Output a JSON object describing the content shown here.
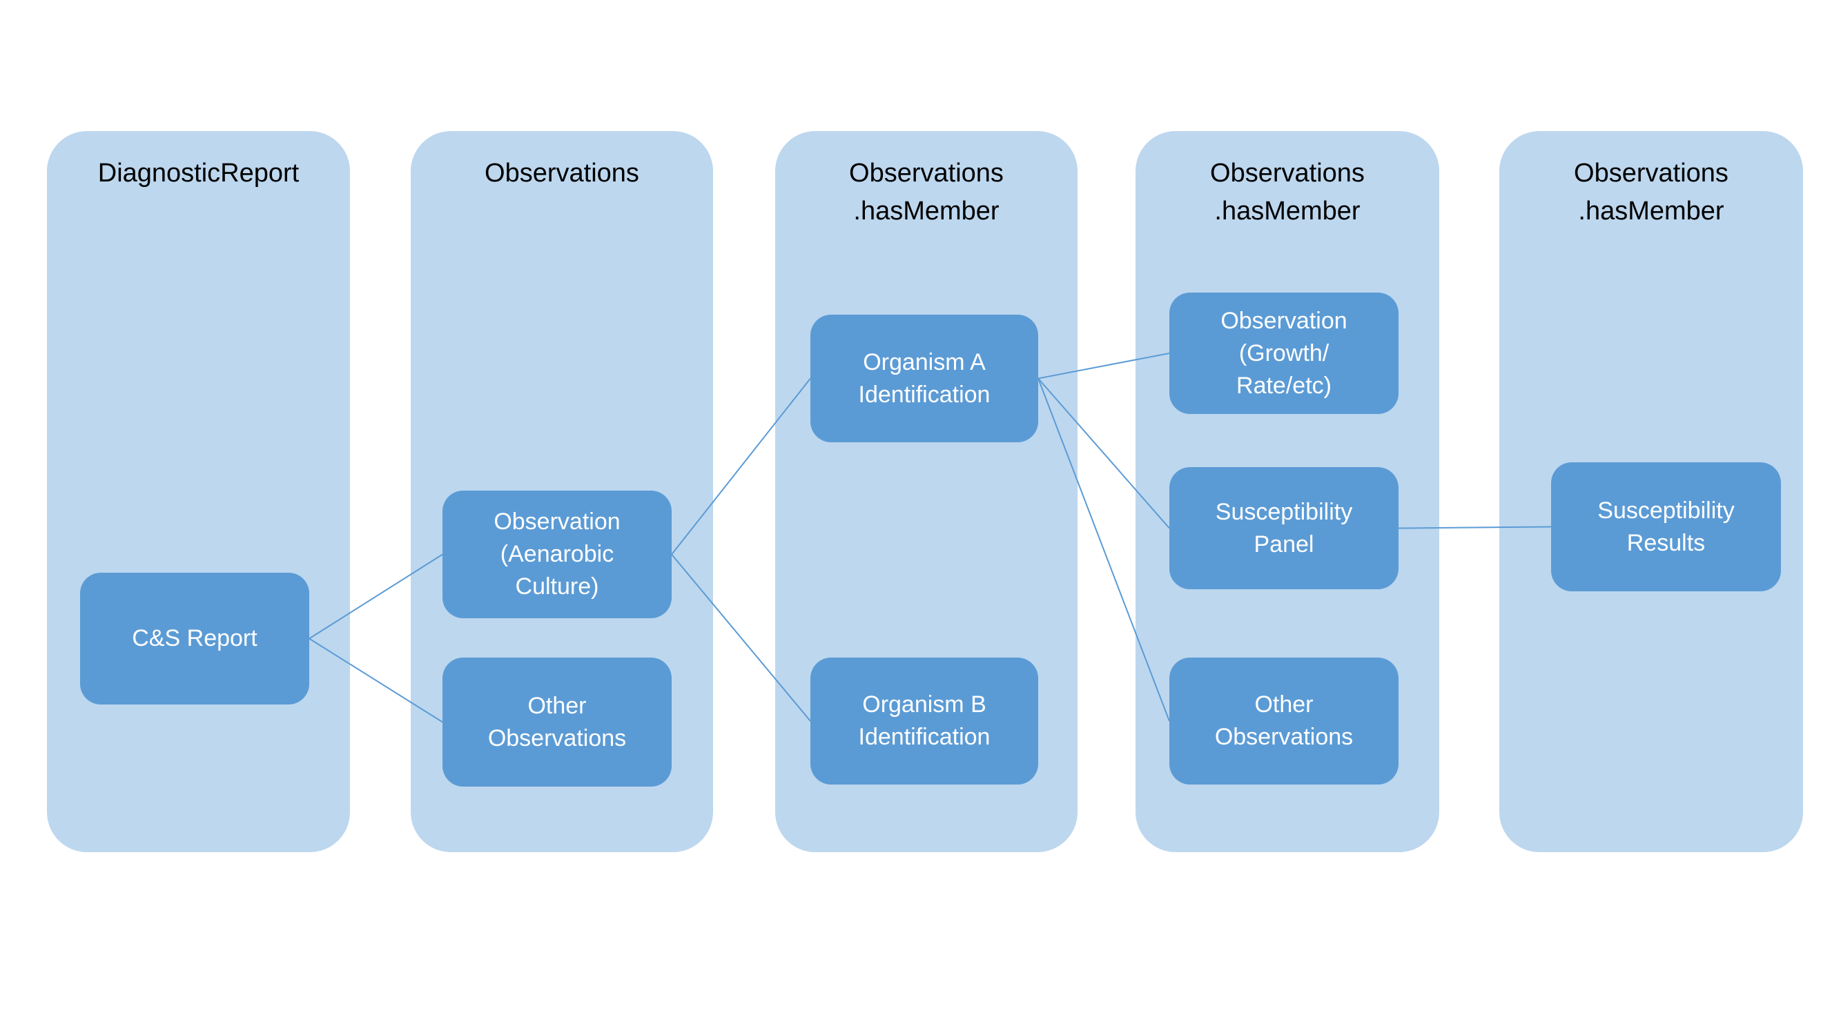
{
  "diagram_title": "",
  "colors": {
    "column_fill": "#BDD7EE",
    "box_fill": "#5B9BD5",
    "box_text": "#FFFFFF",
    "title_text": "#000000",
    "connector": "#5B9BD5",
    "canvas_bg": "#FFFFFF"
  },
  "columns": [
    {
      "id": "diagnostic-report",
      "title": "DiagnosticReport"
    },
    {
      "id": "observations",
      "title": "Observations"
    },
    {
      "id": "observations-hasmember-1",
      "title": "Observations\n.hasMember"
    },
    {
      "id": "observations-hasmember-2",
      "title": "Observations\n.hasMember"
    },
    {
      "id": "observations-hasmember-3",
      "title": "Observations\n.hasMember"
    }
  ],
  "boxes": [
    {
      "id": "cs-report",
      "label": "C&S Report"
    },
    {
      "id": "obs-aenarobic",
      "label": "Observation\n(Aenarobic\nCulture)"
    },
    {
      "id": "other-obs-2",
      "label": "Other\nObservations"
    },
    {
      "id": "organism-a",
      "label": "Organism A\nIdentification"
    },
    {
      "id": "organism-b",
      "label": "Organism B\nIdentification"
    },
    {
      "id": "obs-growth",
      "label": "Observation\n(Growth/\nRate/etc)"
    },
    {
      "id": "susc-panel",
      "label": "Susceptibility\nPanel"
    },
    {
      "id": "other-obs-4",
      "label": "Other\nObservations"
    },
    {
      "id": "susc-results",
      "label": "Susceptibility\nResults"
    }
  ],
  "connectors": [
    {
      "from": "cs-report",
      "to": "obs-aenarobic"
    },
    {
      "from": "cs-report",
      "to": "other-obs-2"
    },
    {
      "from": "obs-aenarobic",
      "to": "organism-a"
    },
    {
      "from": "obs-aenarobic",
      "to": "organism-b"
    },
    {
      "from": "organism-a",
      "to": "obs-growth"
    },
    {
      "from": "organism-a",
      "to": "susc-panel"
    },
    {
      "from": "organism-a",
      "to": "other-obs-4"
    },
    {
      "from": "susc-panel",
      "to": "susc-results"
    }
  ]
}
